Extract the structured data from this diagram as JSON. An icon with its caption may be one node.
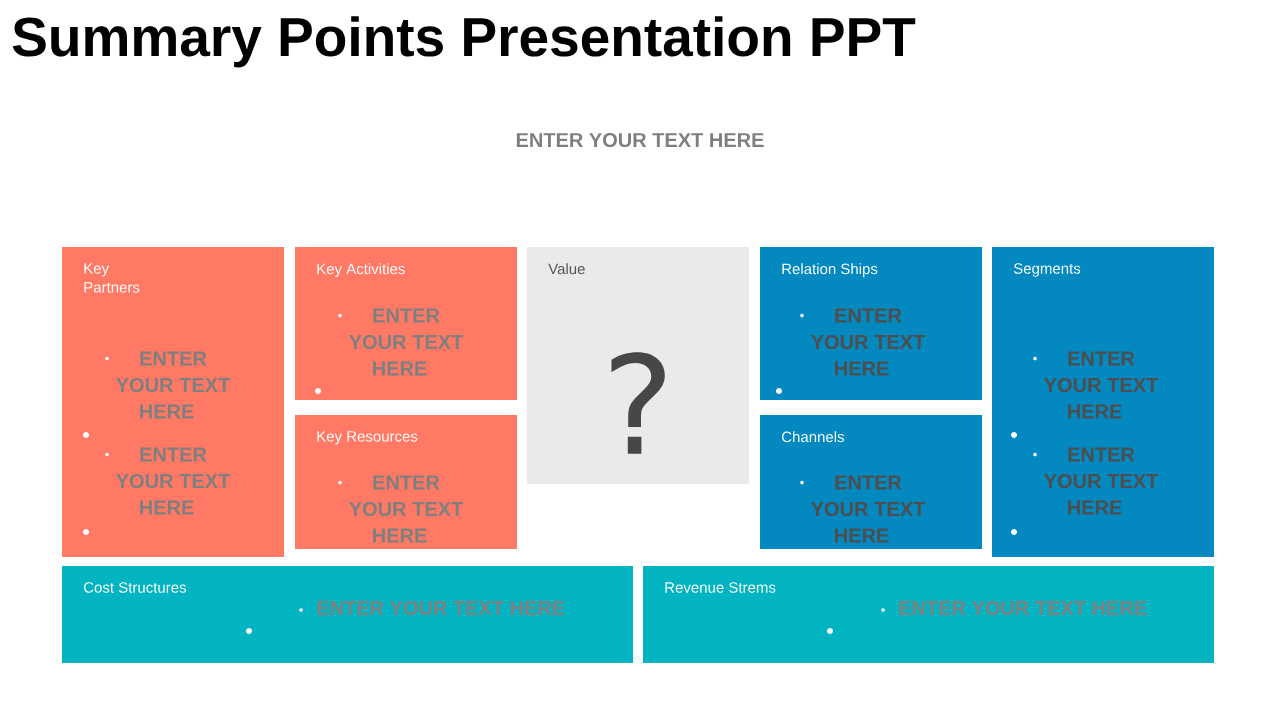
{
  "diagram": {
    "title": "Summary Points Presentation PPT",
    "nodes": [
      {
        "text": [
          "Key Partners",
          "ENTER YOUR TEXT HERE",
          "ENTER YOUR TEXT HERE"
        ]
      },
      {
        "text": [
          "Key Activities",
          "ENTER YOUR TEXT HERE"
        ]
      },
      {
        "text": [
          "Value",
          "?"
        ]
      },
      {
        "text": [
          "Relation Ships",
          "ENTER YOUR TEXT HERE"
        ]
      },
      {
        "text": [
          "Segments",
          "ENTER YOUR TEXT HERE",
          "ENTER YOUR TEXT HERE"
        ]
      },
      {
        "text": [
          "Key Resources",
          "ENTER YOUR TEXT HERE"
        ]
      },
      {
        "text": [
          "Channels",
          "ENTER YOUR TEXT HERE"
        ]
      },
      {
        "text": [
          "Cost Structures",
          "ENTER YOUR TEXT HERE"
        ]
      },
      {
        "text": [
          "Revenue Strems",
          "ENTER YOUR TEXT HERE"
        ]
      }
    ],
    "labels": [
      "ENTER YOUR TEXT HERE"
    ]
  }
}
